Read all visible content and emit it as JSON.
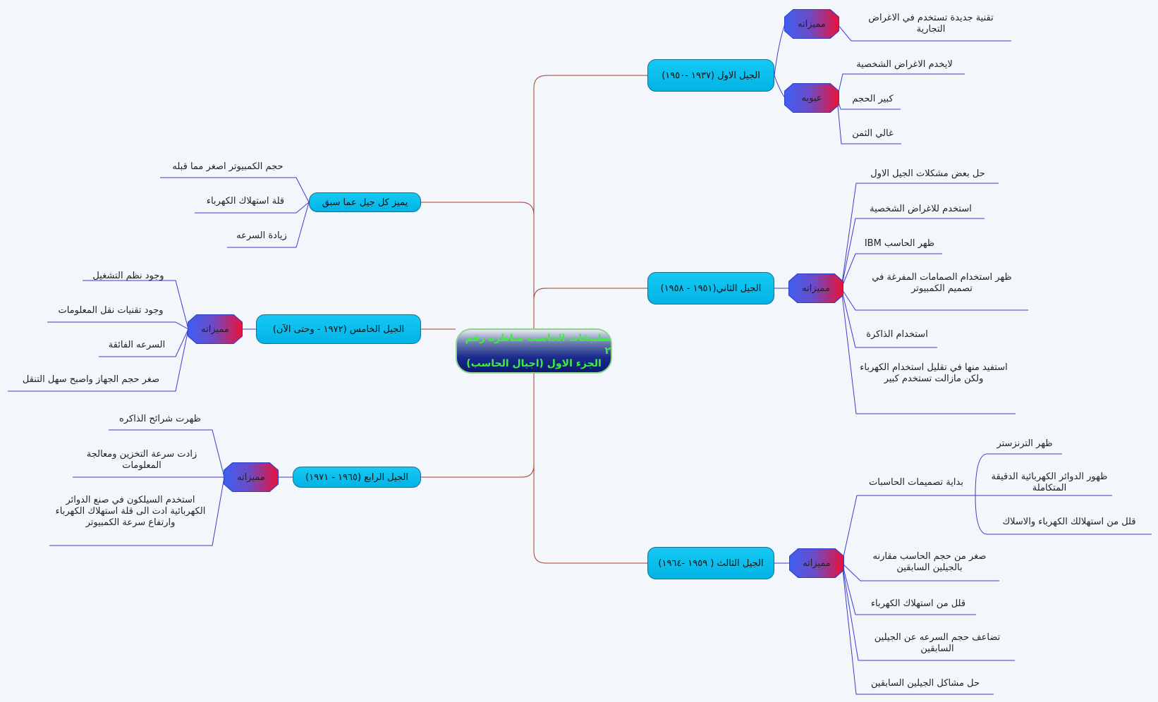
{
  "center": {
    "line1": "تطبيقات الحاسب مناظرة رقم ٢",
    "line2": "الجزء الاول (اجيال الحاسب)"
  },
  "generations": {
    "first": "الجيل الاول (١٩٣٧ -١٩٥٠)",
    "second": "الجيل الثاني(١٩٥١ - ١٩٥٨)",
    "third": "الجيل الثالث ( ١٩٥٩ -١٩٦٤)",
    "fourth": "الجيل الرابع (١٩٦٥ - ١٩٧١)",
    "fifth": "الجيل الخامس (١٩٧٢ - وحتى الآن)",
    "distinct": "يميز كل جيل عما سبق"
  },
  "tags": {
    "features": "مميزاته",
    "defects": "عيوبه"
  },
  "first": {
    "features": [
      "تقنية جديدة تستخدم في الاغراض التجارية"
    ],
    "defects": [
      "لايخدم الاغراض الشخصية",
      "كبير الحجم",
      "غالي الثمن"
    ]
  },
  "second": {
    "features": [
      "حل بعض مشكلات الجيل الاول",
      "استخدم للاغراض الشخصية",
      "ظهر الحاسب IBM",
      "ظهر استخدام الصمامات المفرغة في تصميم الكمبيوتر",
      "استخدام الذاكرة",
      "استفيد منها في تقليل استخدام الكهرباء ولكن مازالت تستخدم كبير"
    ]
  },
  "third": {
    "start": "بداية تصميمات الحاسبات",
    "start_items": [
      "ظهر الترنزستر",
      "ظهور الدوائر الكهربائية الدقيقة المتكاملة",
      "قلل من استهلالك الكهرباء والاسلاك"
    ],
    "features": [
      "صغر من حجم الحاسب مقارنه بالجيلين السابقين",
      "قلل من استهلاك الكهرباء",
      "تضاعف حجم السرعه عن الجيلين السابقين",
      "حل مشاكل الجيلين السابقين"
    ]
  },
  "fourth": {
    "features": [
      "ظهرت شرائح الذاكره",
      "زادت سرعة التخزين ومعالجة المعلومات",
      "استخدم السيلكون في صنع الدوائر الكهربائية ادت الى قلة استهلاك الكهرباء وارتفاع سرعة الكمبيوتر"
    ]
  },
  "fifth": {
    "features": [
      "وجود نظم التشغيل",
      "وجود تقنيات نقل المعلومات",
      "السرعه الفائقة",
      "صغر حجم الجهاز واصبح سهل التنقل"
    ]
  },
  "distinct": {
    "items": [
      "حجم الكمبيوتر اصغر مما قبله",
      "قلة استهلاك الكهرباء",
      "زيادة السرعه"
    ]
  },
  "colors": {
    "trunk": "#a0402a",
    "branch": "#3b3bd0",
    "center_text": "#3cf03c",
    "node_fill": "#0bbdec"
  }
}
